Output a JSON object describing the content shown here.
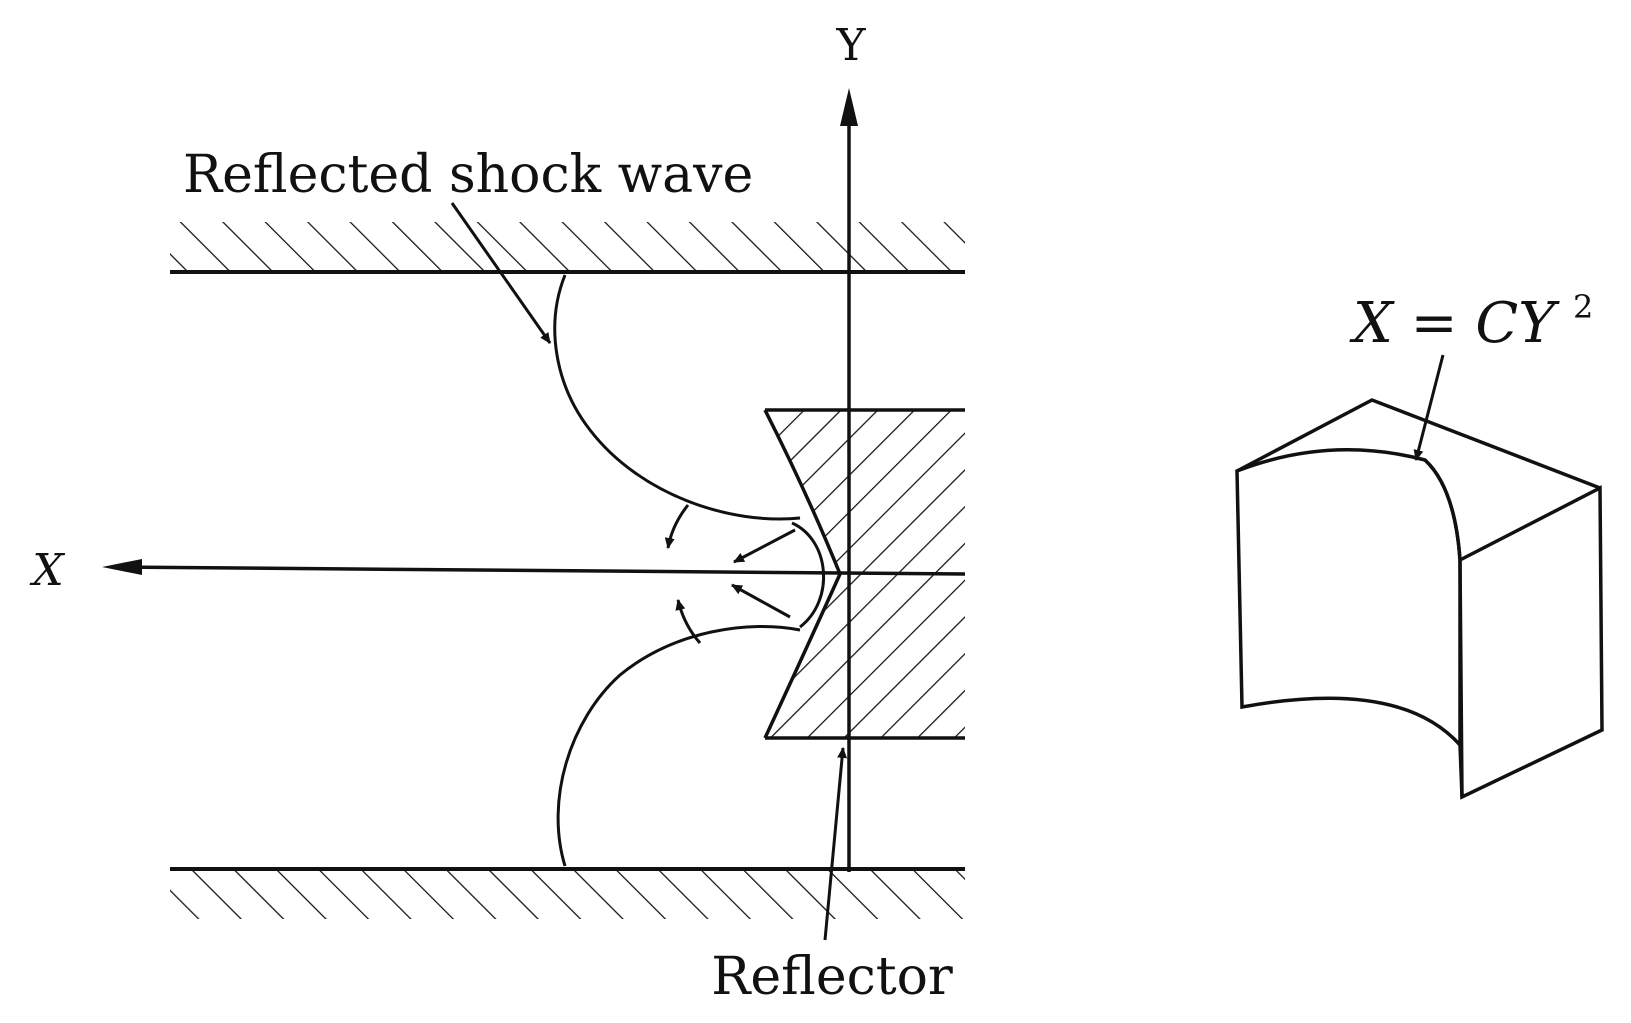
{
  "labels": {
    "y_axis": "Y",
    "x_axis": "X",
    "reflected_shock_wave": "Reflected shock wave",
    "reflector": "Reflector",
    "equation_lhs": "X = CY",
    "equation_exp": "2"
  },
  "colors": {
    "ink": "#111111",
    "background": "#ffffff"
  }
}
